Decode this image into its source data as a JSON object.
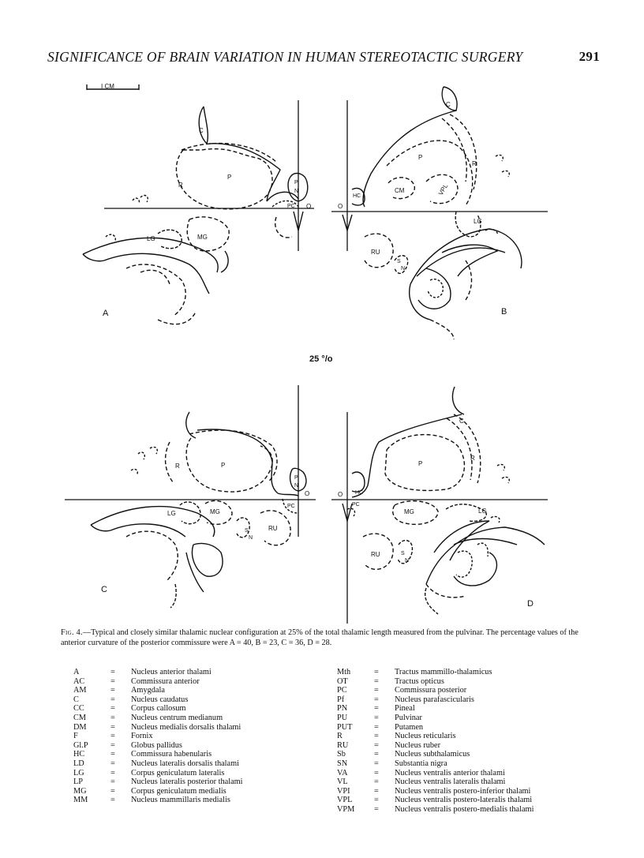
{
  "header": {
    "title": "SIGNIFICANCE OF BRAIN VARIATION IN HUMAN STEREOTACTIC SURGERY",
    "page_number": "291"
  },
  "scale_bar": {
    "label": "I CM"
  },
  "figure": {
    "center_label": "25 °/o",
    "panels": [
      {
        "id": "A",
        "labels": [
          "C",
          "R",
          "P",
          "P",
          "N",
          "PC",
          "O",
          "LG",
          "MG"
        ]
      },
      {
        "id": "B",
        "labels": [
          "C",
          "P",
          "R",
          "CM",
          "VPL",
          "HC",
          "O",
          "LG",
          "RU",
          "S",
          "N"
        ]
      },
      {
        "id": "C",
        "labels": [
          "R",
          "P",
          "P",
          "N",
          "O",
          "PC",
          "LG",
          "MG",
          "S",
          "N",
          "RU"
        ]
      },
      {
        "id": "D",
        "labels": [
          "C",
          "P",
          "R",
          "O",
          "HC",
          "PC",
          "MG",
          "LG",
          "RU",
          "S",
          "N"
        ]
      }
    ]
  },
  "caption": {
    "label": "Fig. 4.",
    "text": "—Typical and closely similar thalamic nuclear configuration at 25% of the total thalamic length measured from the pulvinar. The percentage values of the anterior curvature of the posterior commissure were A = 40, B = 23, C = 36, D = 28."
  },
  "legend": {
    "left": [
      {
        "abbr": "A",
        "sep": "=",
        "def": "Nucleus anterior thalami"
      },
      {
        "abbr": "AC",
        "sep": "=",
        "def": "Commissura anterior"
      },
      {
        "abbr": "AM",
        "sep": "=",
        "def": "Amygdala"
      },
      {
        "abbr": "C",
        "sep": "=",
        "def": "Nucleus caudatus"
      },
      {
        "abbr": "CC",
        "sep": "=",
        "def": "Corpus callosum"
      },
      {
        "abbr": "CM",
        "sep": "=",
        "def": "Nucleus centrum medianum"
      },
      {
        "abbr": "DM",
        "sep": "=",
        "def": "Nucleus medialis dorsalis thalami"
      },
      {
        "abbr": "F",
        "sep": "=",
        "def": "Fornix"
      },
      {
        "abbr": "Gl.P",
        "sep": "=",
        "def": "Globus pallidus"
      },
      {
        "abbr": "HC",
        "sep": "=",
        "def": "Commissura habenularis"
      },
      {
        "abbr": "LD",
        "sep": "=",
        "def": "Nucleus lateralis dorsalis thalami"
      },
      {
        "abbr": "LG",
        "sep": "=",
        "def": "Corpus geniculatum lateralis"
      },
      {
        "abbr": "LP",
        "sep": "=",
        "def": "Nucleus lateralis posterior thalami"
      },
      {
        "abbr": "MG",
        "sep": "=",
        "def": "Corpus geniculatum medialis"
      },
      {
        "abbr": "MM",
        "sep": "=",
        "def": "Nucleus mammillaris medialis"
      }
    ],
    "right": [
      {
        "abbr": "Mth",
        "sep": "=",
        "def": "Tractus mammillo-thalamicus"
      },
      {
        "abbr": "OT",
        "sep": "=",
        "def": "Tractus opticus"
      },
      {
        "abbr": "PC",
        "sep": "=",
        "def": "Commissura posterior"
      },
      {
        "abbr": "Pf",
        "sep": "=",
        "def": "Nucleus parafascicularis"
      },
      {
        "abbr": "PN",
        "sep": "=",
        "def": "Pineal"
      },
      {
        "abbr": "PU",
        "sep": "=",
        "def": "Pulvinar"
      },
      {
        "abbr": "PUT",
        "sep": "=",
        "def": "Putamen"
      },
      {
        "abbr": "R",
        "sep": "=",
        "def": "Nucleus reticularis"
      },
      {
        "abbr": "RU",
        "sep": "=",
        "def": "Nucleus ruber"
      },
      {
        "abbr": "Sb",
        "sep": "=",
        "def": "Nucleus subthalamicus"
      },
      {
        "abbr": "SN",
        "sep": "=",
        "def": "Substantia nigra"
      },
      {
        "abbr": "VA",
        "sep": "=",
        "def": "Nucleus ventralis anterior thalami"
      },
      {
        "abbr": "VL",
        "sep": "=",
        "def": "Nucleus ventralis lateralis thalami"
      },
      {
        "abbr": "VPI",
        "sep": "=",
        "def": "Nucleus ventralis postero-inferior thalami"
      },
      {
        "abbr": "VPL",
        "sep": "=",
        "def": "Nucleus ventralis postero-lateralis thalami"
      },
      {
        "abbr": "VPM",
        "sep": "=",
        "def": "Nucleus ventralis postero-medialis thalami"
      }
    ]
  }
}
